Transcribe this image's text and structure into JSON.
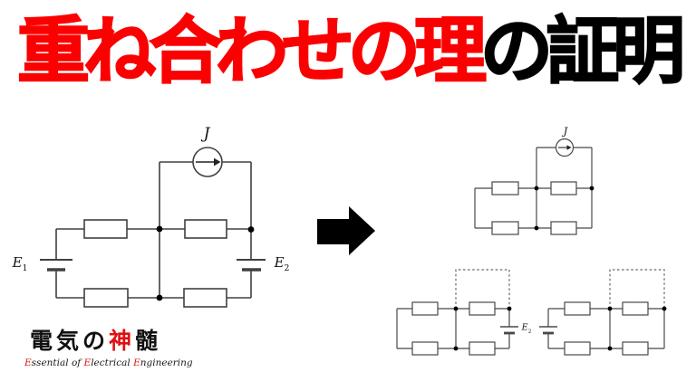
{
  "title": {
    "red_text": "重ね合わせの理",
    "black_text": "の証明"
  },
  "colors": {
    "title_red": "#fb0000",
    "title_black": "#000000",
    "logo_red": "#e01010",
    "wire_gray": "#404040"
  },
  "main_circuit": {
    "current_source_label": "J",
    "battery_left": {
      "base": "E",
      "sub": "1"
    },
    "battery_right": {
      "base": "E",
      "sub": "2"
    }
  },
  "decomposed_circuits": {
    "source_j_only": {
      "current_source_label": "J"
    },
    "source_e2_only": {
      "battery": {
        "base": "E",
        "sub": "2"
      }
    },
    "source_e1_only": {}
  },
  "logo": {
    "kanji_prefix": "電気の",
    "kanji_accent": "神",
    "kanji_suffix": "髄",
    "tagline": {
      "initial_1": "E",
      "rest_1": "ssential of ",
      "initial_2": "E",
      "rest_2": "lectrical ",
      "initial_3": "E",
      "rest_3": "ngineering"
    }
  }
}
